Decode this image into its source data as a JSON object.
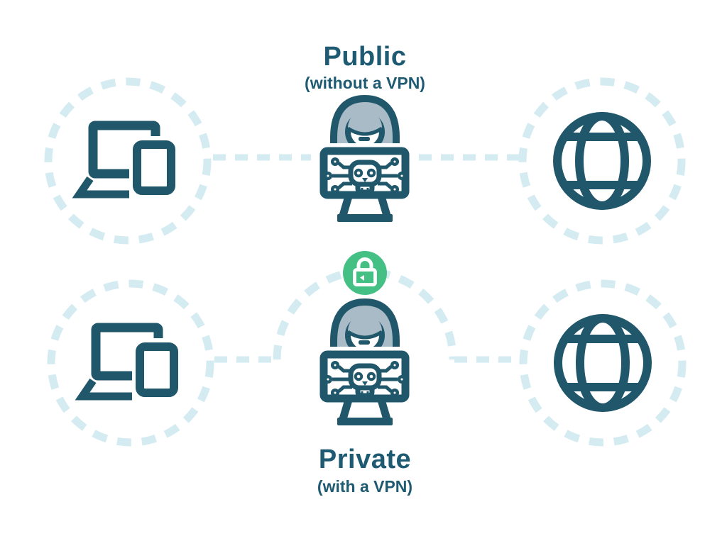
{
  "colors": {
    "teal": "#20576b",
    "text-teal": "#1e5a71",
    "light-blue": "#d3ebf1",
    "hood-gray": "#a9bbc6",
    "lock-green": "#45c085",
    "white": "#ffffff"
  },
  "top": {
    "title": "Public",
    "subtitle": "(without a VPN)"
  },
  "bottom": {
    "title": "Private",
    "subtitle": "(with a VPN)"
  },
  "icons": {
    "devices": "devices-icon (laptop + tablet)",
    "hacker": "hacker-icon (hooded figure behind monitor with circuit-skull)",
    "globe": "globe-icon (internet)",
    "lock": "lock-icon (green circle with white padlock)",
    "connection": "dashed-line",
    "tunnel": "vpn-tunnel-arc"
  }
}
